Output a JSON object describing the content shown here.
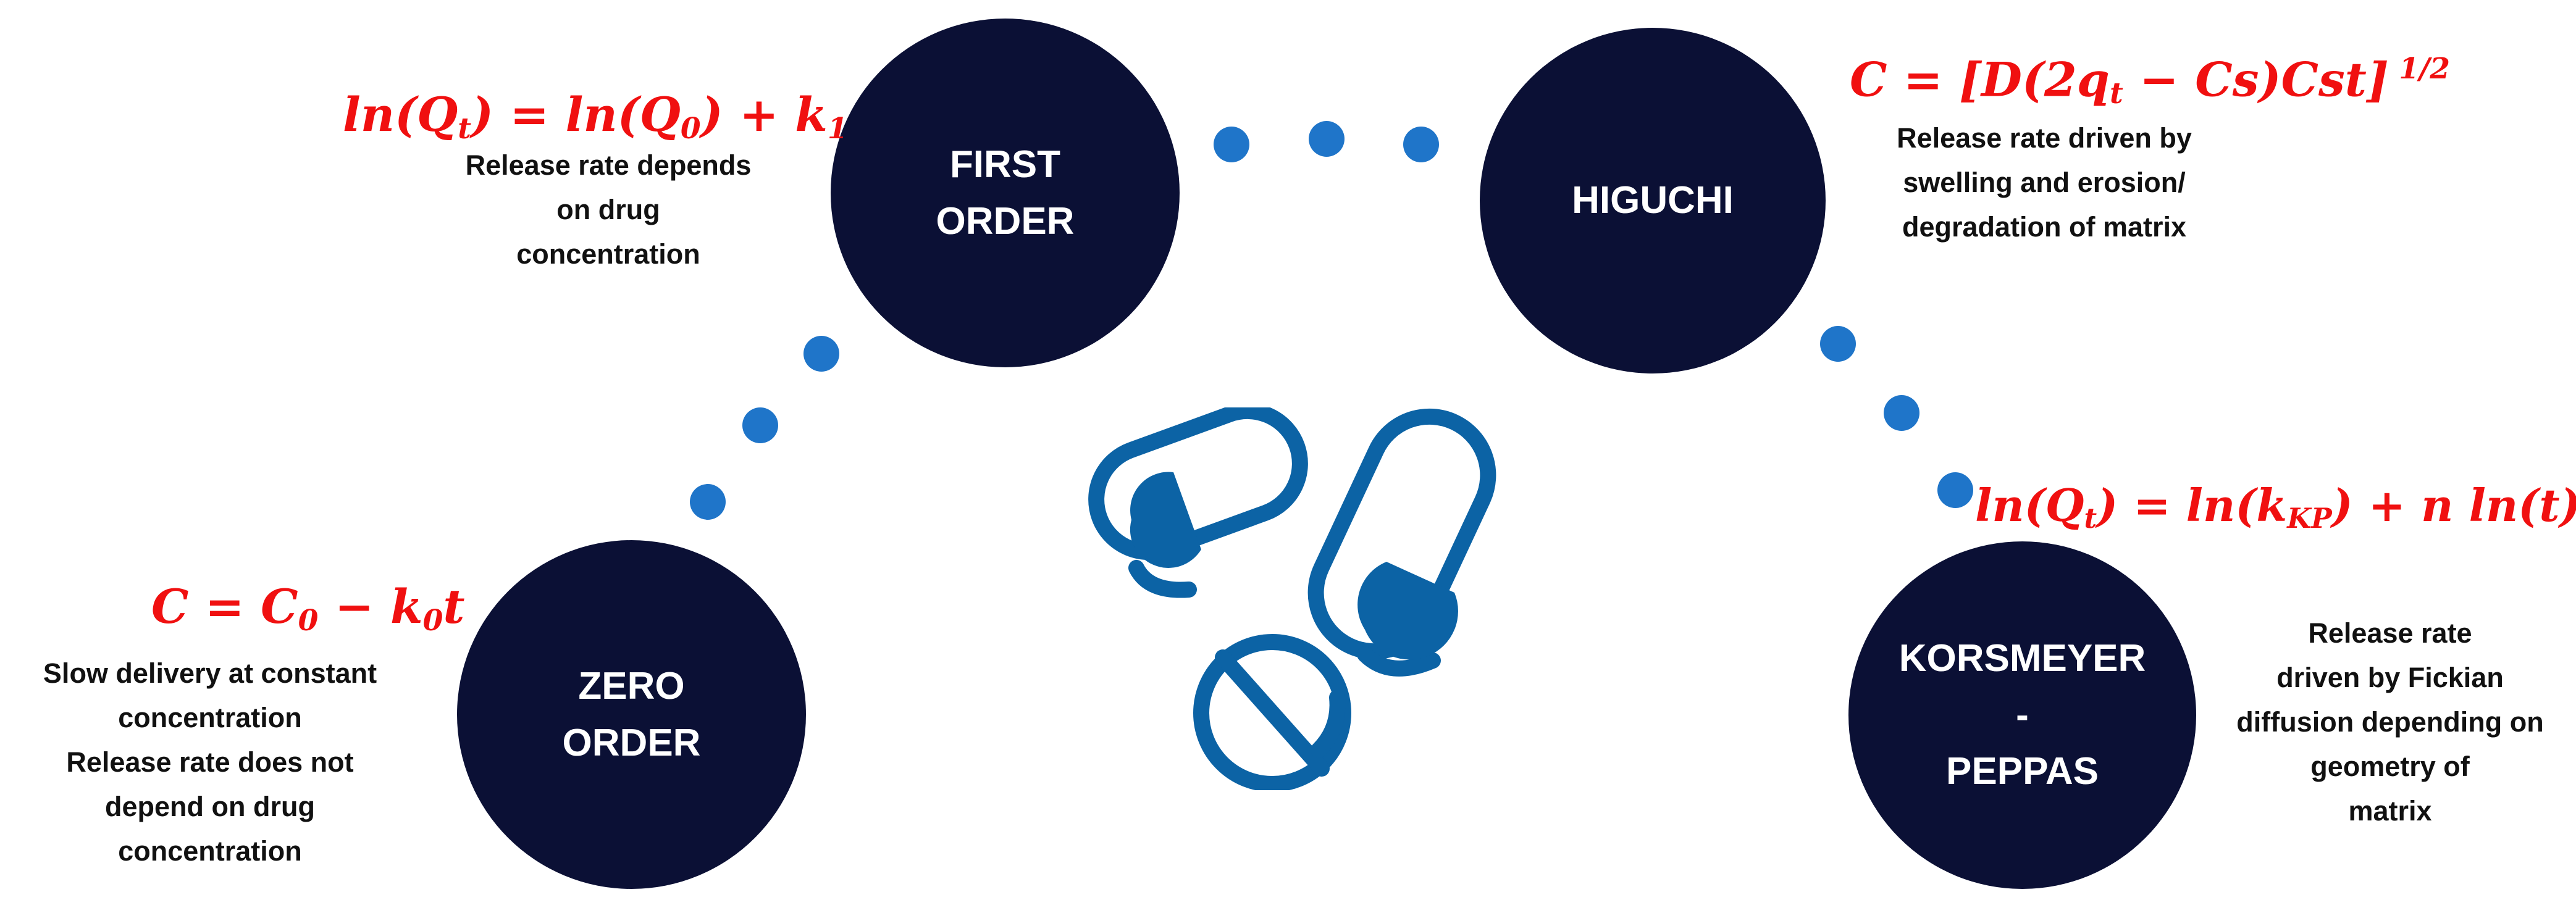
{
  "colors": {
    "circle": "#0b1035",
    "dot": "#1f75c9",
    "equation": "#f01010",
    "text": "#111111",
    "pill": "#0c63a5"
  },
  "models": {
    "first_order": {
      "label": "FIRST\nORDER",
      "description": "Release rate depends\non drug\nconcentration",
      "equation": {
        "a": "ln(Q",
        "a_sub": "t",
        "b": ") = ln(Q",
        "b_sub": "0",
        "c": ") + k",
        "c_sub": "1"
      }
    },
    "higuchi": {
      "label": "HIGUCHI",
      "description": "Release rate driven by\nswelling and erosion/\ndegradation of matrix",
      "equation": {
        "a": "C = [D(2q",
        "a_sub": "t",
        "b": " − Cs)Cst]",
        "b_sup": " 1/2"
      }
    },
    "zero_order": {
      "label": "ZERO\nORDER",
      "description": "Slow delivery at constant\nconcentration\nRelease rate does not\ndepend on drug\nconcentration",
      "equation": {
        "a": "C = C",
        "a_sub": "0",
        "b": " − k",
        "b_sub": "0",
        "c": "t"
      }
    },
    "korsmeyer_peppas": {
      "label": "KORSMEYER\n-\nPEPPAS",
      "description": "Release rate\ndriven by Fickian\ndiffusion depending on\ngeometry of\nmatrix",
      "equation": {
        "a": "ln(Q",
        "a_sub": "t",
        "b": ") = ln(k",
        "b_sub": "KP",
        "c": ") + n ln(t)"
      }
    }
  },
  "center_icon": "pills-icon"
}
